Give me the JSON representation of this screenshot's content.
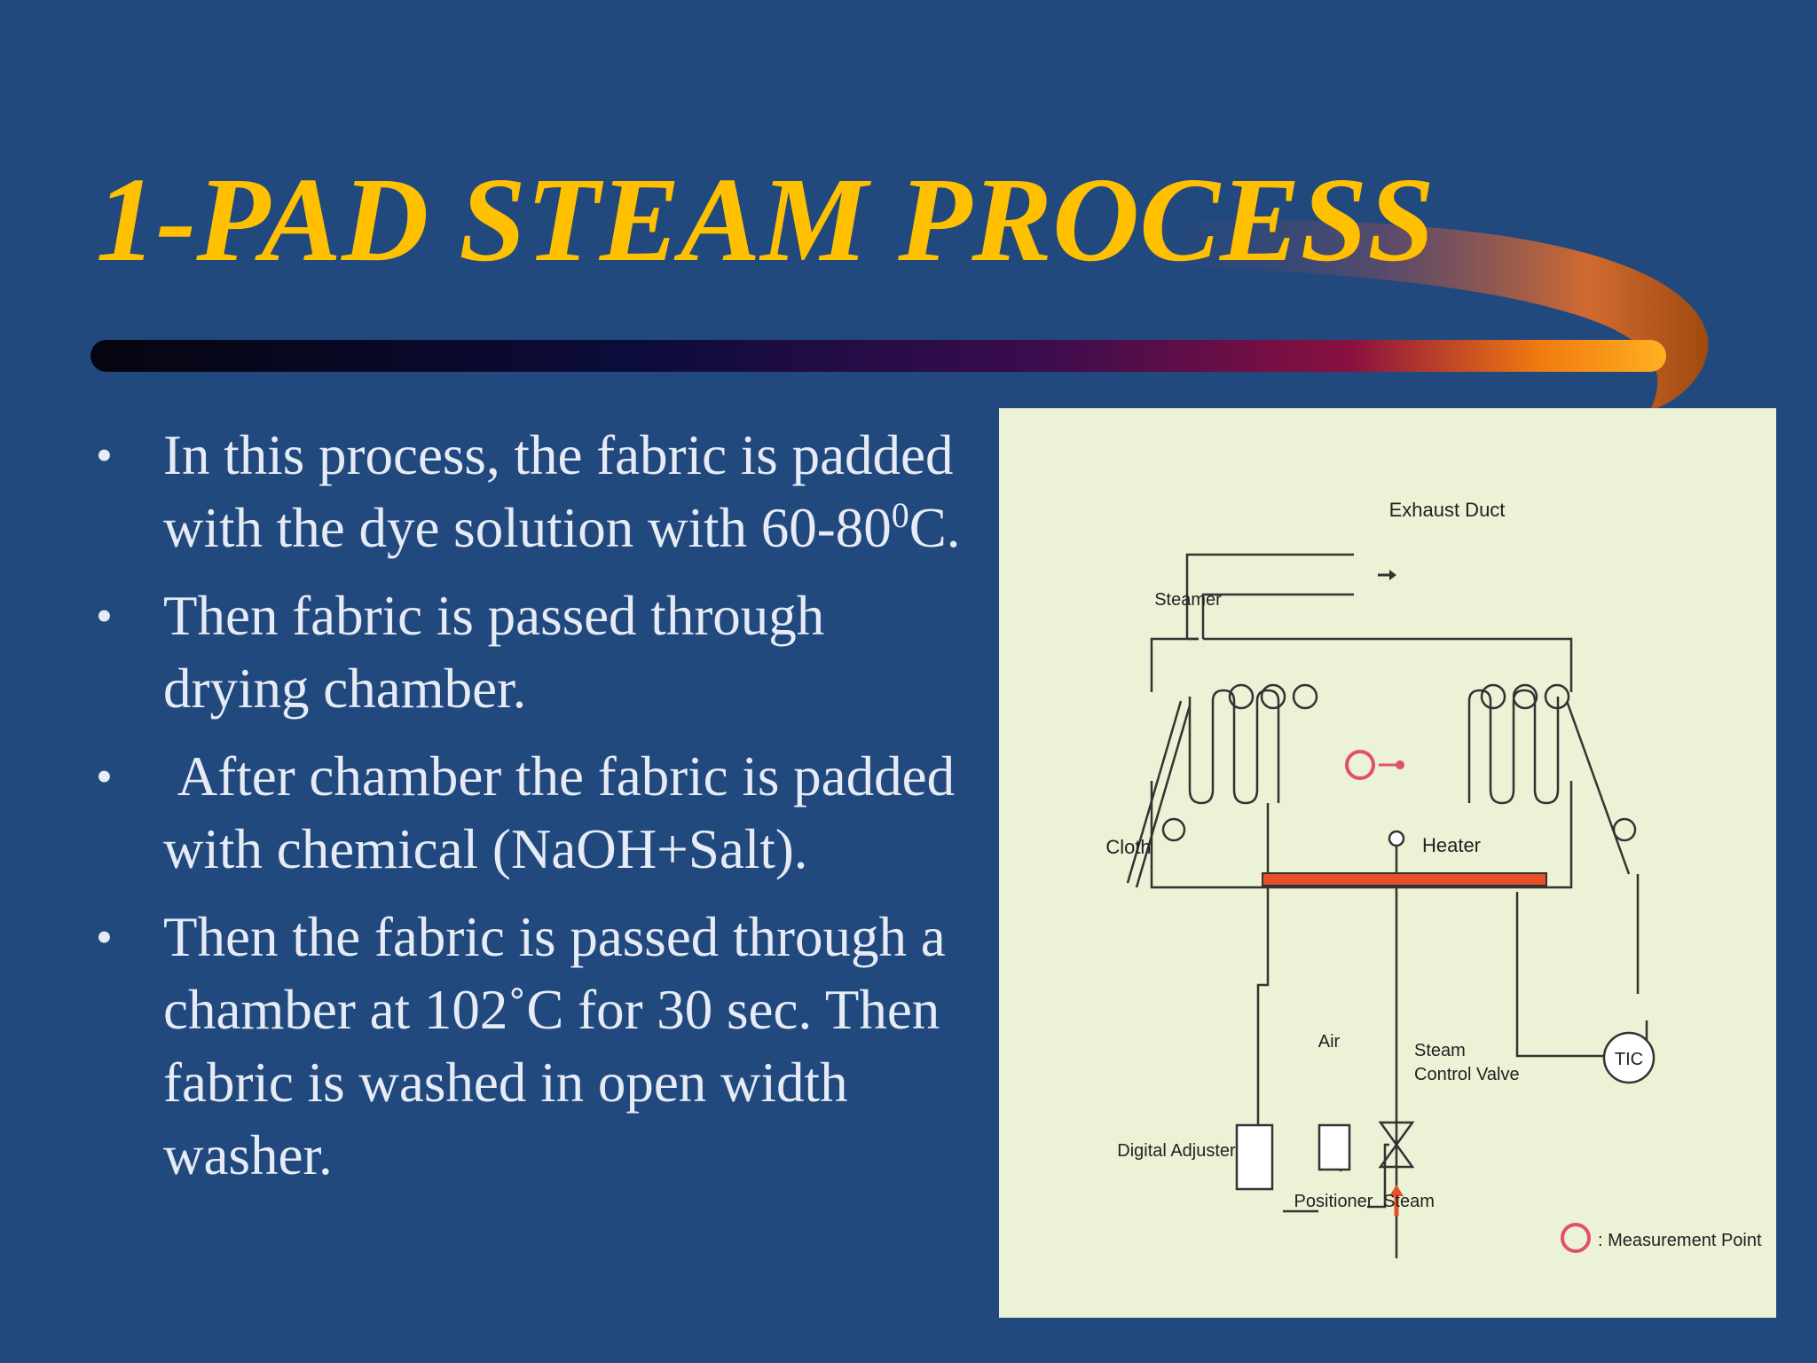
{
  "slide": {
    "title": "1-PAD STEAM PROCESS",
    "bullets": [
      {
        "text_a": "In this process, the fabric is padded with the dye solution with 60-80",
        "sup": "0",
        "text_b": "C."
      },
      {
        "text": "Then fabric is passed through drying chamber."
      },
      {
        "text": " After chamber the fabric is padded with chemical (NaOH+Salt)."
      },
      {
        "text": "Then the fabric is passed through a chamber at 102˚C for 30 sec. Then fabric is washed in open width washer."
      }
    ],
    "bullet_symbol": "•"
  },
  "diagram": {
    "labels": {
      "exhaust_duct": "Exhaust Duct",
      "steamer": "Steamer",
      "cloth": "Cloth",
      "heater": "Heater",
      "air": "Air",
      "steam_control_valve_1": "Steam",
      "steam_control_valve_2": "Control Valve",
      "tic": "TIC",
      "digital_adjuster": "Digital Adjuster",
      "positioner": "Positioner",
      "steam": "Steam",
      "measurement_point": ": Measurement Point"
    }
  },
  "colors": {
    "background": "#21497e",
    "title": "#ffc000",
    "text": "#e6ebf5",
    "diagram_bg": "#ebf2d5",
    "heater": "#e8502a",
    "measurement": "#e0506a"
  }
}
